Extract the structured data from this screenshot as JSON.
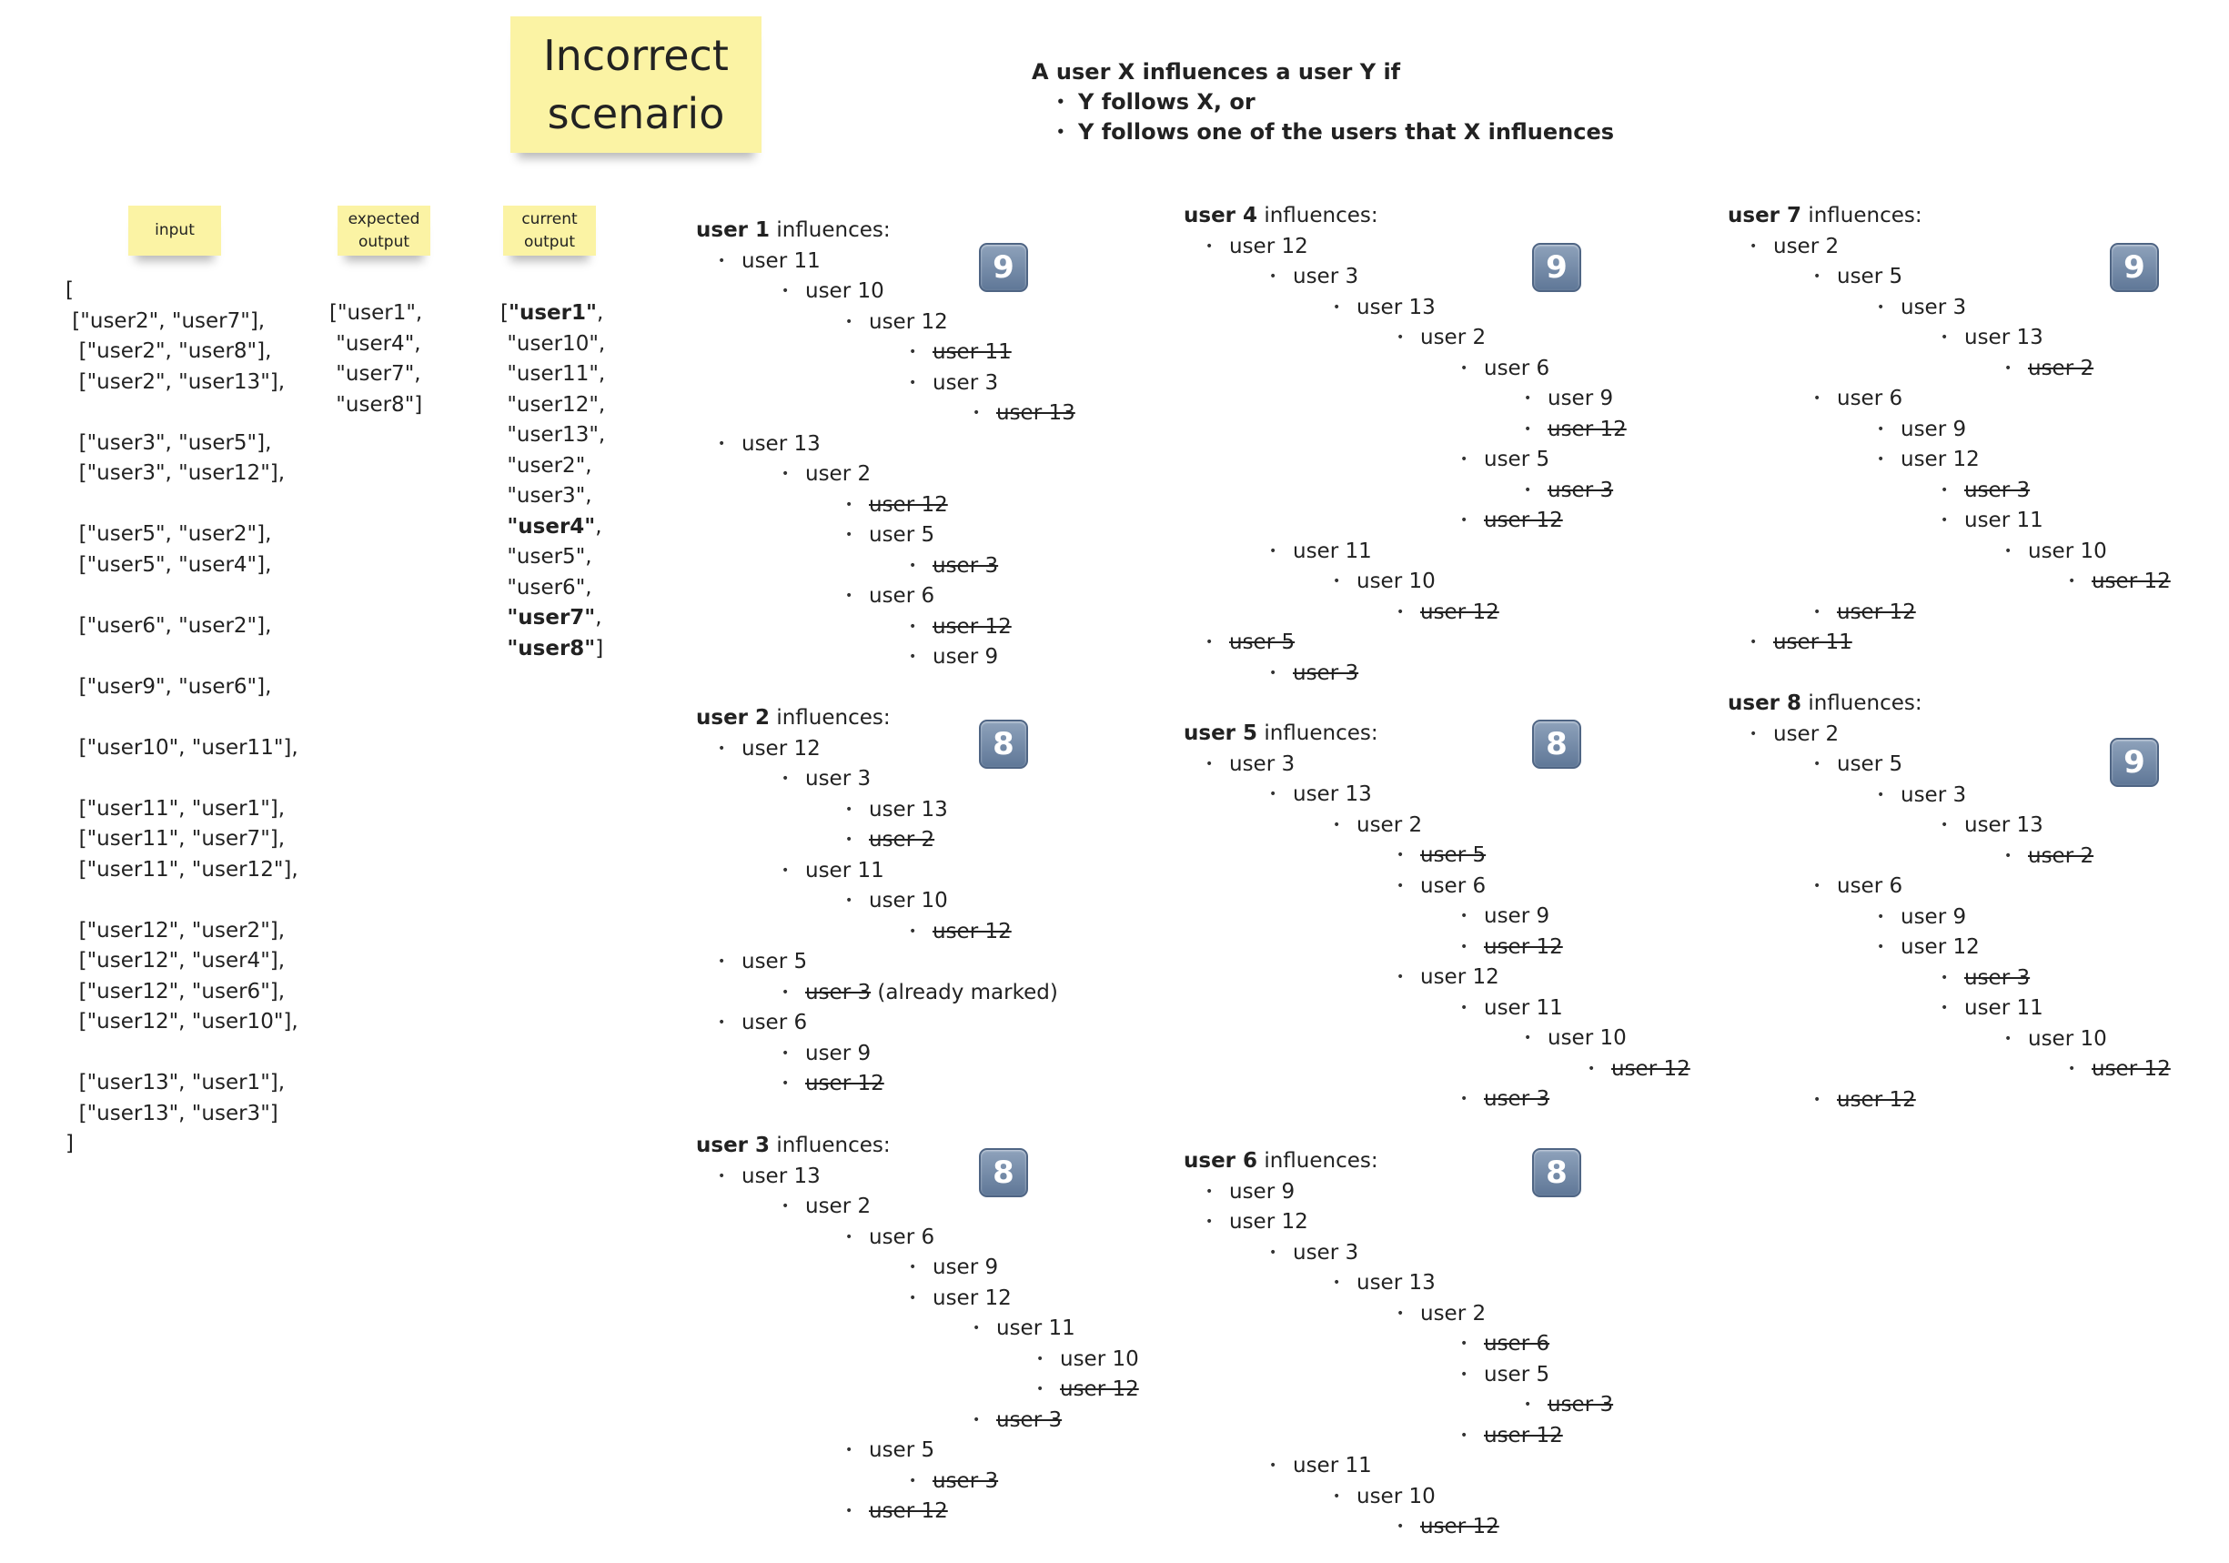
{
  "title_note": [
    "Incorrect",
    "scenario"
  ],
  "definition": {
    "heading": "A user X influences a user Y if",
    "bullets": [
      "Y follows X, or",
      "Y follows one of the users that X influences"
    ]
  },
  "notes": {
    "input": [
      "input"
    ],
    "expected": [
      "expected",
      "output"
    ],
    "current": [
      "current",
      "output"
    ]
  },
  "input_text": [
    "[",
    " [\"user2\", \"user7\"],",
    "  [\"user2\", \"user8\"],",
    "  [\"user2\", \"user13\"],",
    "",
    "  [\"user3\", \"user5\"],",
    "  [\"user3\", \"user12\"],",
    "",
    "  [\"user5\", \"user2\"],",
    "  [\"user5\", \"user4\"],",
    "",
    "  [\"user6\", \"user2\"],",
    "",
    "  [\"user9\", \"user6\"],",
    "",
    "  [\"user10\", \"user11\"],",
    "",
    "  [\"user11\", \"user1\"],",
    "  [\"user11\", \"user7\"],",
    "  [\"user11\", \"user12\"],",
    "",
    "  [\"user12\", \"user2\"],",
    "  [\"user12\", \"user4\"],",
    "  [\"user12\", \"user6\"],",
    "  [\"user12\", \"user10\"],",
    "",
    "  [\"user13\", \"user1\"],",
    "  [\"user13\", \"user3\"]",
    "]"
  ],
  "expected_output": [
    "[\"user1\",",
    " \"user4\",",
    " \"user7\",",
    " \"user8\"]"
  ],
  "current_output": [
    {
      "pre": "[",
      "text": "\"user1\"",
      "post": ",",
      "bold": true
    },
    {
      "pre": " ",
      "text": "\"user10\",",
      "post": "",
      "bold": false
    },
    {
      "pre": " ",
      "text": "\"user11\",",
      "post": "",
      "bold": false
    },
    {
      "pre": " ",
      "text": "\"user12\",",
      "post": "",
      "bold": false
    },
    {
      "pre": " ",
      "text": "\"user13\",",
      "post": "",
      "bold": false
    },
    {
      "pre": " ",
      "text": "\"user2\",",
      "post": "",
      "bold": false
    },
    {
      "pre": " ",
      "text": "\"user3\",",
      "post": "",
      "bold": false
    },
    {
      "pre": " ",
      "text": "\"user4\"",
      "post": ",",
      "bold": true
    },
    {
      "pre": " ",
      "text": "\"user5\",",
      "post": "",
      "bold": false
    },
    {
      "pre": " ",
      "text": "\"user6\",",
      "post": "",
      "bold": false
    },
    {
      "pre": " ",
      "text": "\"user7\"",
      "post": ",",
      "bold": true
    },
    {
      "pre": " ",
      "text": "\"user8\"",
      "post": "]",
      "bold": true
    }
  ],
  "influence_label": "influences:",
  "trees": [
    {
      "id": "user1",
      "user": "user 1",
      "count": "9",
      "items": [
        [
          1,
          "user 11",
          false
        ],
        [
          2,
          "user 10",
          false
        ],
        [
          3,
          "user 12",
          false
        ],
        [
          4,
          "user 11",
          true
        ],
        [
          4,
          "user 3",
          false
        ],
        [
          5,
          "user 13",
          true
        ],
        [
          1,
          "user 13",
          false
        ],
        [
          2,
          "user 2",
          false
        ],
        [
          3,
          "user 12",
          true
        ],
        [
          3,
          "user 5",
          false
        ],
        [
          4,
          "user 3",
          true
        ],
        [
          3,
          "user 6",
          false
        ],
        [
          4,
          "user 12",
          true
        ],
        [
          4,
          "user 9",
          false
        ]
      ]
    },
    {
      "id": "user2",
      "user": "user 2",
      "count": "8",
      "items": [
        [
          1,
          "user 12",
          false
        ],
        [
          2,
          "user 3",
          false
        ],
        [
          3,
          "user 13",
          false
        ],
        [
          3,
          "user 2",
          true
        ],
        [
          2,
          "user 11",
          false
        ],
        [
          3,
          "user 10",
          false
        ],
        [
          4,
          "user 12",
          true
        ],
        [
          1,
          "user 5",
          false
        ],
        [
          2,
          "user 3",
          true,
          " (already marked)"
        ],
        [
          1,
          "user 6",
          false
        ],
        [
          2,
          "user 9",
          false
        ],
        [
          2,
          "user 12",
          true
        ]
      ]
    },
    {
      "id": "user3",
      "user": "user 3",
      "count": "8",
      "items": [
        [
          1,
          "user 13",
          false
        ],
        [
          2,
          "user 2",
          false
        ],
        [
          3,
          "user 6",
          false
        ],
        [
          4,
          "user 9",
          false
        ],
        [
          4,
          "user 12",
          false
        ],
        [
          5,
          "user 11",
          false
        ],
        [
          6,
          "user 10",
          false
        ],
        [
          6,
          "user 12",
          true
        ],
        [
          5,
          "user 3",
          true
        ],
        [
          3,
          "user 5",
          false
        ],
        [
          4,
          "user 3",
          true
        ],
        [
          3,
          "user 12",
          true
        ]
      ]
    },
    {
      "id": "user4",
      "user": "user 4",
      "count": "9",
      "items": [
        [
          1,
          "user 12",
          false
        ],
        [
          2,
          "user 3",
          false
        ],
        [
          3,
          "user 13",
          false
        ],
        [
          4,
          "user 2",
          false
        ],
        [
          5,
          "user 6",
          false
        ],
        [
          6,
          "user 9",
          false
        ],
        [
          6,
          "user 12",
          true
        ],
        [
          5,
          "user 5",
          false
        ],
        [
          6,
          "user 3",
          true
        ],
        [
          5,
          "user 12",
          true
        ],
        [
          2,
          "user 11",
          false
        ],
        [
          3,
          "user 10",
          false
        ],
        [
          4,
          "user 12",
          true
        ],
        [
          1,
          "user 5",
          true
        ],
        [
          2,
          "user 3",
          true
        ]
      ]
    },
    {
      "id": "user5",
      "user": "user 5",
      "count": "8",
      "items": [
        [
          1,
          "user 3",
          false
        ],
        [
          2,
          "user 13",
          false
        ],
        [
          3,
          "user 2",
          false
        ],
        [
          4,
          "user 5",
          true
        ],
        [
          4,
          "user 6",
          false
        ],
        [
          5,
          "user 9",
          false
        ],
        [
          5,
          "user 12",
          true
        ],
        [
          4,
          "user 12",
          false
        ],
        [
          5,
          "user 11",
          false
        ],
        [
          6,
          "user 10",
          false
        ],
        [
          7,
          "user 12",
          true
        ],
        [
          5,
          "user 3",
          true
        ]
      ]
    },
    {
      "id": "user6",
      "user": "user 6",
      "count": "8",
      "items": [
        [
          1,
          "user 9",
          false
        ],
        [
          1,
          "user 12",
          false
        ],
        [
          2,
          "user 3",
          false
        ],
        [
          3,
          "user 13",
          false
        ],
        [
          4,
          "user 2",
          false
        ],
        [
          5,
          "user 6",
          true
        ],
        [
          5,
          "user 5",
          false
        ],
        [
          6,
          "user 3",
          true
        ],
        [
          5,
          "user 12",
          true
        ],
        [
          2,
          "user 11",
          false
        ],
        [
          3,
          "user 10",
          false
        ],
        [
          4,
          "user 12",
          true
        ]
      ]
    },
    {
      "id": "user7",
      "user": "user 7",
      "count": "9",
      "items": [
        [
          1,
          "user 2",
          false
        ],
        [
          2,
          "user 5",
          false
        ],
        [
          3,
          "user 3",
          false
        ],
        [
          4,
          "user 13",
          false
        ],
        [
          5,
          "user 2",
          true
        ],
        [
          2,
          "user 6",
          false
        ],
        [
          3,
          "user 9",
          false
        ],
        [
          3,
          "user 12",
          false
        ],
        [
          4,
          "user 3",
          true
        ],
        [
          4,
          "user 11",
          false
        ],
        [
          5,
          "user 10",
          false
        ],
        [
          6,
          "user 12",
          true
        ],
        [
          2,
          "user 12",
          true
        ],
        [
          1,
          "user 11",
          true
        ]
      ]
    },
    {
      "id": "user8",
      "user": "user 8",
      "count": "9",
      "items": [
        [
          1,
          "user 2",
          false
        ],
        [
          2,
          "user 5",
          false
        ],
        [
          3,
          "user 3",
          false
        ],
        [
          4,
          "user 13",
          false
        ],
        [
          5,
          "user 2",
          true
        ],
        [
          2,
          "user 6",
          false
        ],
        [
          3,
          "user 9",
          false
        ],
        [
          3,
          "user 12",
          false
        ],
        [
          4,
          "user 3",
          true
        ],
        [
          4,
          "user 11",
          false
        ],
        [
          5,
          "user 10",
          false
        ],
        [
          6,
          "user 12",
          true
        ],
        [
          2,
          "user 12",
          true
        ]
      ]
    }
  ]
}
